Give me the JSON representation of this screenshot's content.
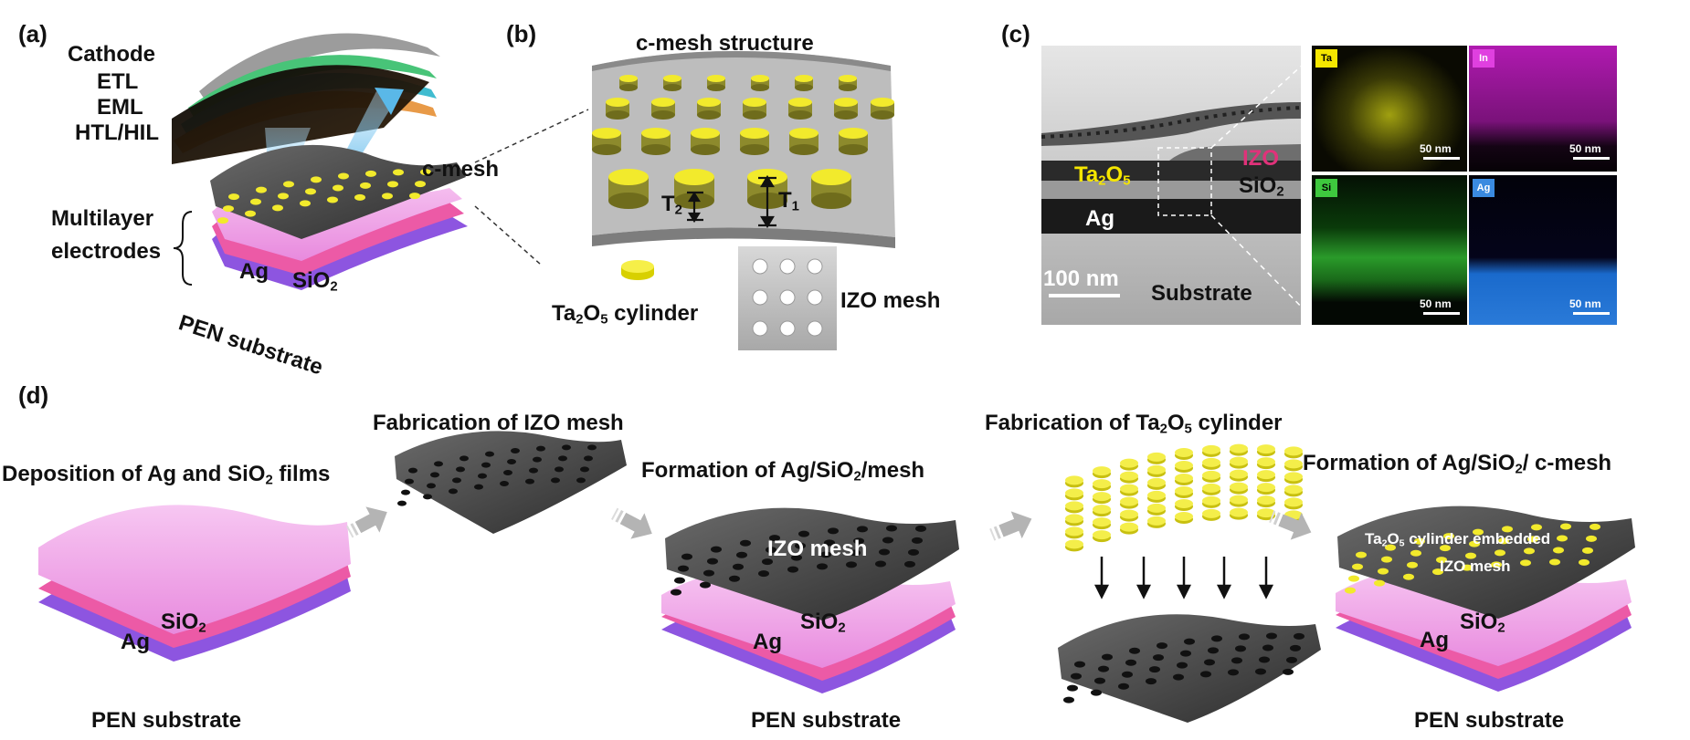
{
  "panels": {
    "a": "(a)",
    "b": "(b)",
    "c": "(c)",
    "d": "(d)"
  },
  "panel_a": {
    "cathode": "Cathode",
    "etl": "ETL",
    "eml": "EML",
    "htl": "HTL/HIL",
    "cmesh": "c-mesh",
    "multilayer": "Multilayer",
    "electrodes": "electrodes",
    "ag": "Ag",
    "sio2_main": "SiO",
    "sio2_sub": "2",
    "pen": "PEN substrate"
  },
  "panel_b": {
    "title": "c-mesh structure",
    "t1_main": "T",
    "t1_sub": "1",
    "t2_main": "T",
    "t2_sub": "2",
    "cyl_a": "Ta",
    "cyl_b": "2",
    "cyl_c": "O",
    "cyl_d": "5",
    "cyl_e": " cylinder",
    "izo_mesh": "IZO mesh"
  },
  "panel_c": {
    "ta2o5_a": "Ta",
    "ta2o5_b": "2",
    "ta2o5_c": "O",
    "ta2o5_d": "5",
    "izo": "IZO",
    "sio2_main": "SiO",
    "sio2_sub": "2",
    "ag": "Ag",
    "scale": "100 nm",
    "substrate": "Substrate",
    "maps": [
      {
        "element": "Ta",
        "scale": "50 nm"
      },
      {
        "element": "In",
        "scale": "50 nm"
      },
      {
        "element": "Si",
        "scale": "50 nm"
      },
      {
        "element": "Ag",
        "scale": "50 nm"
      }
    ]
  },
  "panel_d": {
    "step1_a": "Deposition of Ag and SiO",
    "step1_b": "2",
    "step1_c": " films",
    "step2": "Fabrication of  IZO mesh",
    "step3_a": "Formation of Ag/SiO",
    "step3_b": "2",
    "step3_c": "/mesh",
    "step4_a": "Fabrication of Ta",
    "step4_b": "2",
    "step4_c": "O",
    "step4_d": "5",
    "step4_e": " cylinder",
    "step5_a": "Formation of Ag/SiO",
    "step5_b": "2",
    "step5_c": "/ c-mesh",
    "izo_mesh": "IZO mesh",
    "embedded_a": "Ta",
    "embedded_b": "2",
    "embedded_c": "O",
    "embedded_d": "5",
    "embedded_e": " cylinder embedded",
    "embedded_f": "IZO mesh",
    "ag": "Ag",
    "sio2_main": "SiO",
    "sio2_sub": "2",
    "pen": "PEN substrate"
  },
  "colors": {
    "mesh": "#3c3c3c",
    "dot": "#f2ea2c",
    "sio2_layer": "#f09ae8",
    "ag_layer": "#ec5aa6",
    "pen_layer": "#8d55e0",
    "arrow": "#b4b4b4",
    "ta_label": "#f5e600",
    "izo_label": "#e0327a"
  }
}
